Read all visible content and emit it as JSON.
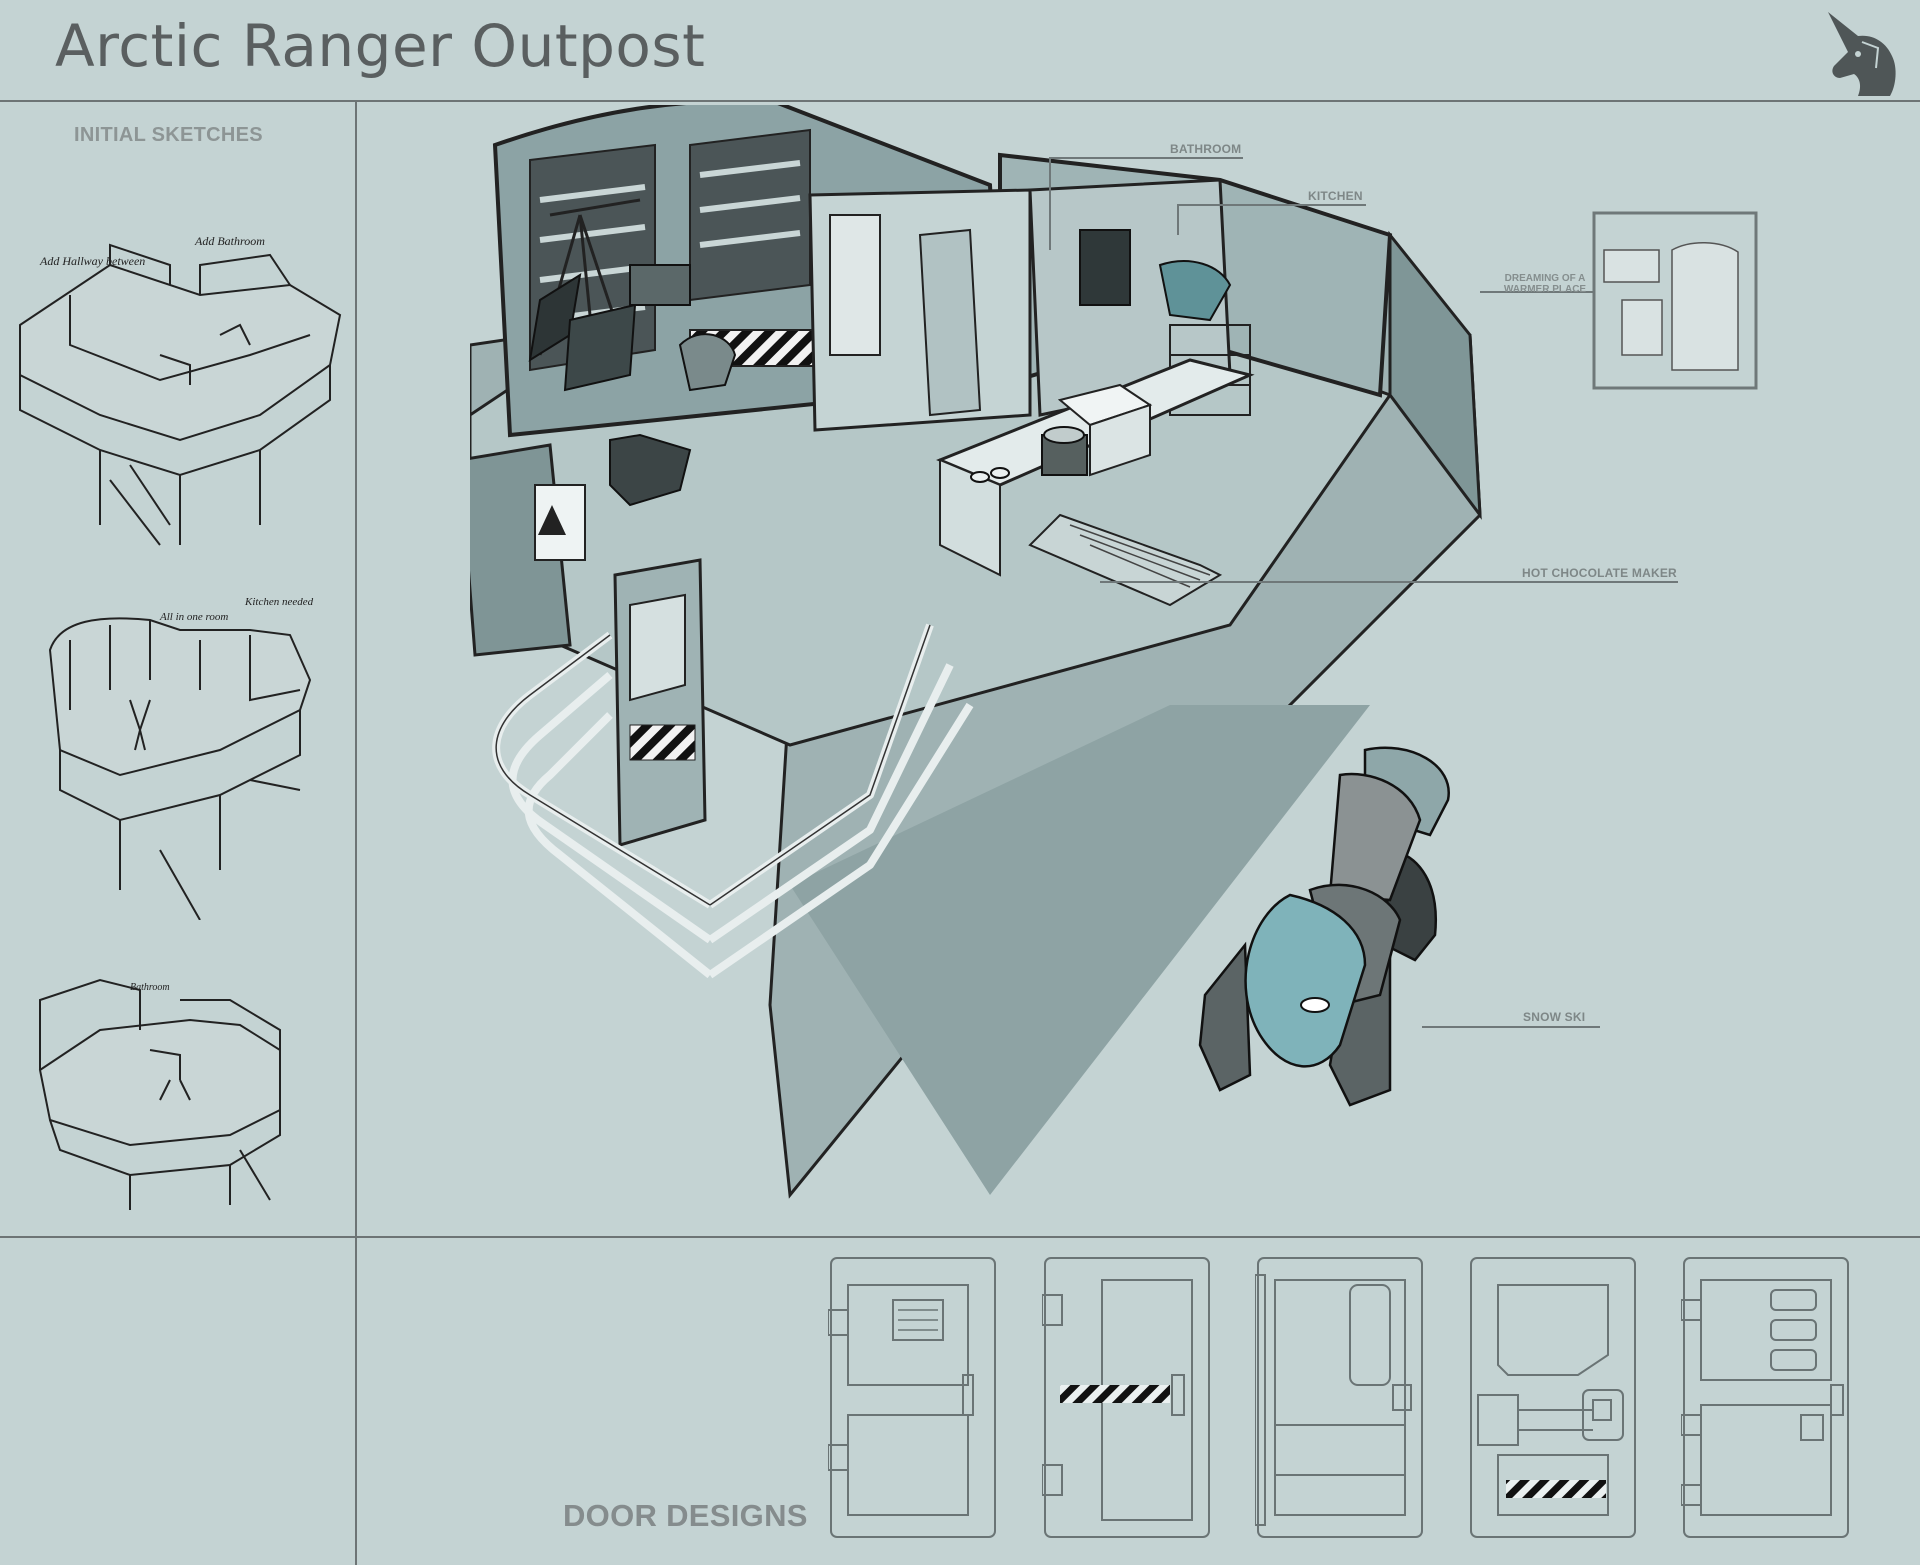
{
  "header": {
    "title": "Arctic Ranger Outpost",
    "logo_icon": "unicorn-head-icon"
  },
  "sketches": {
    "heading": "INITIAL SKETCHES",
    "notes": [
      "Add Hallway between",
      "Add Bathroom",
      "All in one room",
      "Kitchen needed",
      "Bathroom"
    ]
  },
  "callouts": {
    "bathroom": "BATHROOM",
    "kitchen": "KITCHEN",
    "dreaming_line1": "DREAMING OF A",
    "dreaming_line2": "WARMER PLACE",
    "hot_chocolate": "HOT CHOCOLATE MAKER",
    "snow_ski": "SNOW SKI"
  },
  "doors": {
    "heading": "DOOR DESIGNS"
  },
  "colors": {
    "background": "#c4d3d3",
    "line": "#6d7475",
    "ink": "#2b2f30",
    "teal": "#7fb3ba"
  }
}
